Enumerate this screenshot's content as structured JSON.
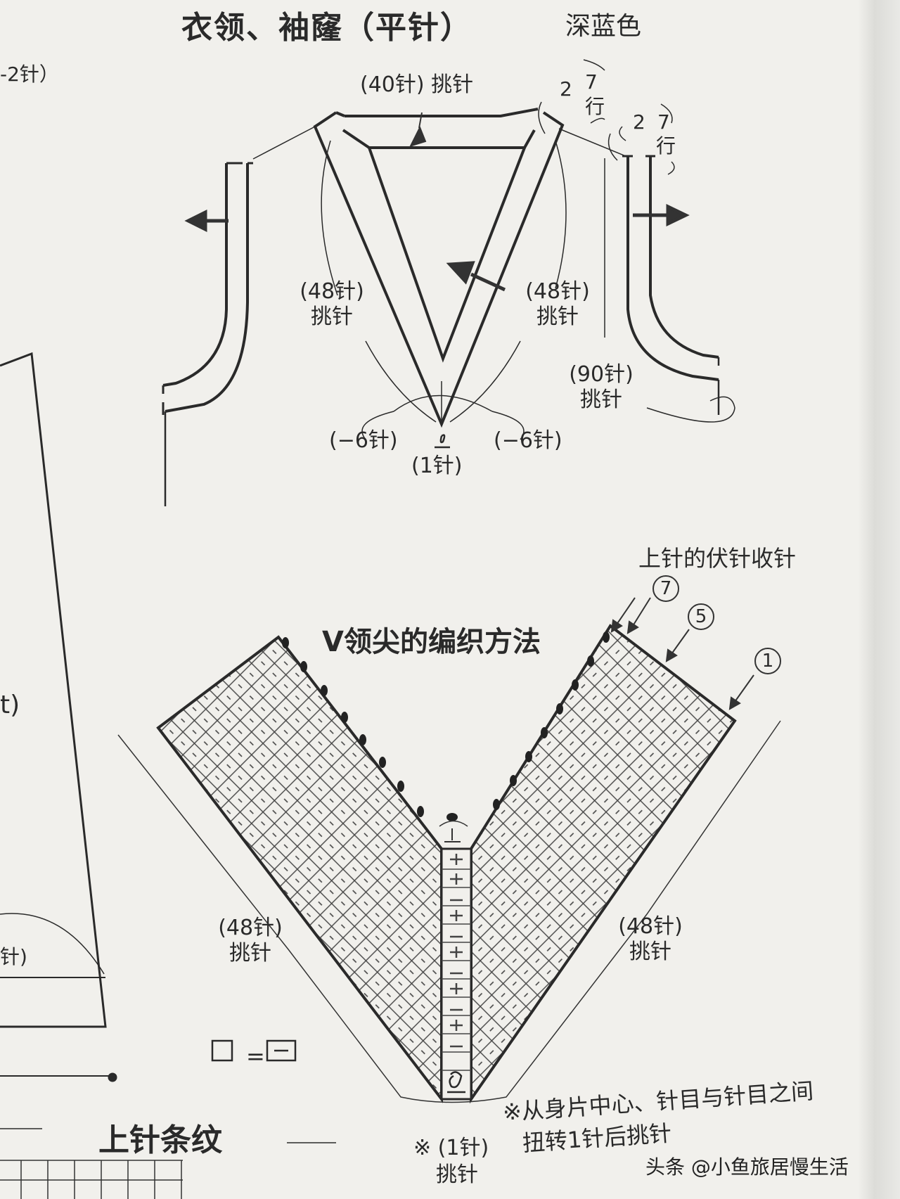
{
  "title": "衣领、袖窿（平针）",
  "color_note": "深蓝色",
  "labels": {
    "partial_top_left": "-2针）",
    "neck_back_pickup": "(40针) 挑针",
    "num_2a": "2",
    "num_7a": "7",
    "row_a": "行",
    "num_2b": "2",
    "num_7b": "7",
    "row_b": "行",
    "left_48": "(48针)",
    "pickup": "挑针",
    "right_48": "(48针)",
    "right_90": "(90针)",
    "dec_left": "(−6针)",
    "dec_right": "(−6针)",
    "one_stitch": "(1针)",
    "bind_off": "上针的伏针收针",
    "c7": "7",
    "c5": "5",
    "c1": "1",
    "v_title": "V领尖的编织方法",
    "partial_mid_left": "t)",
    "bottom_left_48": "(48针)",
    "bottom_right_48": "(48针)",
    "partial_bottom_left": "针)",
    "equals": "=",
    "note_line1": "※从身片中心、针目与针目之间",
    "note_line2": "扭转1针后挑针",
    "foot_one": "※ (1针)",
    "foot_pickup": "挑针",
    "stripe_title": "上针条纹",
    "watermark": "头条 @小鱼旅居慢生活"
  },
  "colors": {
    "ink": "#2a2a2a",
    "paper": "#f1f0ec"
  }
}
